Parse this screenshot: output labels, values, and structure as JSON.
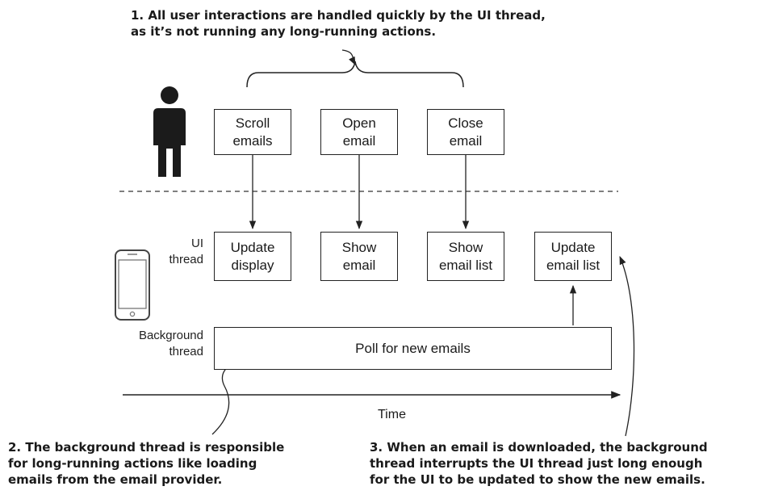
{
  "notes": {
    "note1": "1. All user interactions are handled quickly by the UI thread,\n    as it’s not running any long-running actions.",
    "note2": "2. The background thread is responsible\n    for long-running actions like loading\n    emails from the email provider.",
    "note3": "3. When an email is downloaded, the background\n    thread interrupts the UI thread just long enough\n    for the UI to be updated to show the new emails."
  },
  "user_actions": [
    "Scroll\nemails",
    "Open\nemail",
    "Close\nemail"
  ],
  "ui_thread_label": "UI\nthread",
  "ui_tasks": [
    "Update\ndisplay",
    "Show\nemail",
    "Show\nemail list",
    "Update\nemail list"
  ],
  "background_label": "Background\nthread",
  "background_task": "Poll for new emails",
  "time_label": "Time",
  "icons": {
    "user": "person-icon",
    "device": "phone-icon"
  }
}
